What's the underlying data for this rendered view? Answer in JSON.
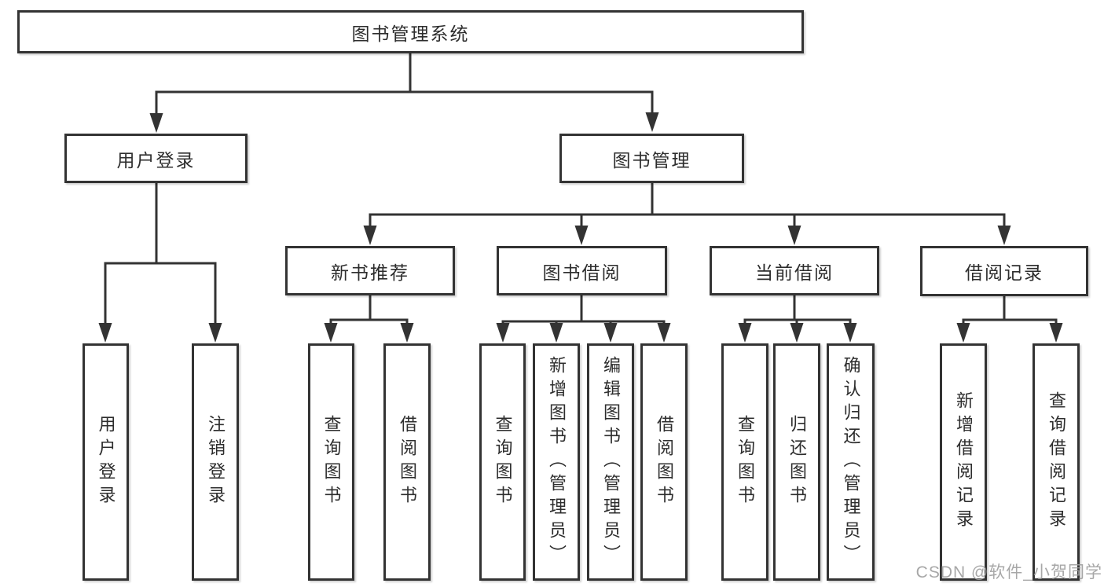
{
  "diagram_title": "图书管理系统",
  "tree": {
    "root": {
      "label": "图书管理系统"
    },
    "branches": [
      {
        "label": "用户登录",
        "children": [
          {
            "label": "用户登录"
          },
          {
            "label": "注销登录"
          }
        ]
      },
      {
        "label": "图书管理",
        "children": [
          {
            "label": "新书推荐",
            "children": [
              {
                "label": "查询图书"
              },
              {
                "label": "借阅图书"
              }
            ]
          },
          {
            "label": "图书借阅",
            "children": [
              {
                "label": "查询图书"
              },
              {
                "label": "新增图书（管理员）"
              },
              {
                "label": "编辑图书（管理员）"
              },
              {
                "label": "借阅图书"
              }
            ]
          },
          {
            "label": "当前借阅",
            "children": [
              {
                "label": "查询图书"
              },
              {
                "label": "归还图书"
              },
              {
                "label": "确认归还（管理员）"
              }
            ]
          },
          {
            "label": "借阅记录",
            "children": [
              {
                "label": "新增借阅记录"
              },
              {
                "label": "查询借阅记录"
              }
            ]
          }
        ]
      }
    ]
  },
  "watermark": {
    "text": "CSDN @软件_小贺同学"
  },
  "colors": {
    "line": "#333333",
    "box_border": "#333333",
    "box_background": "#ffffff",
    "text": "#2d2d2d",
    "watermark": "#9e9e9e"
  }
}
